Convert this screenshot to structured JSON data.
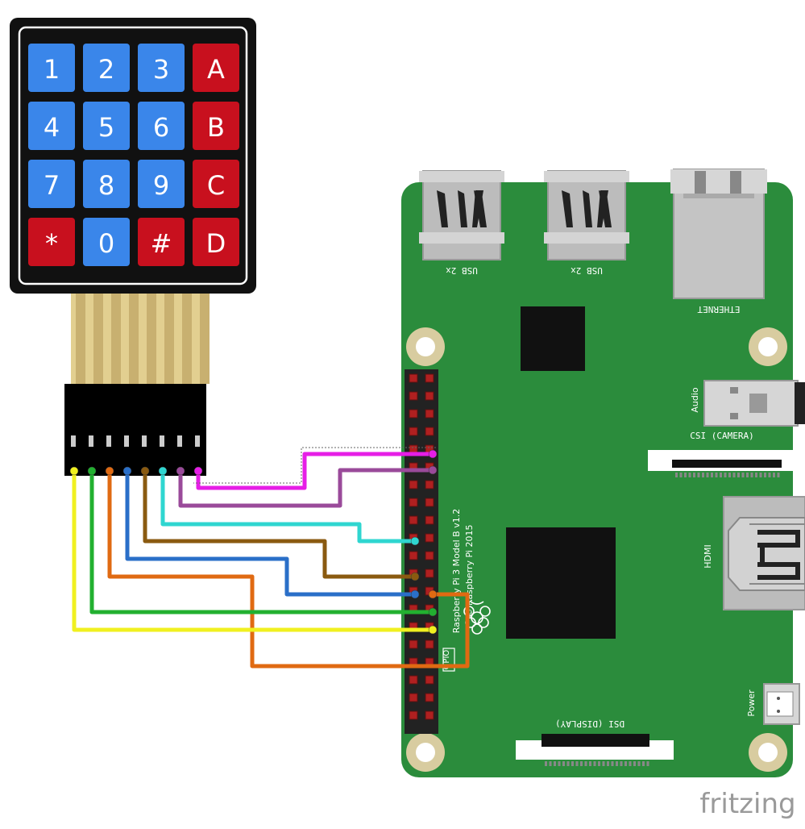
{
  "keypad": {
    "keys": [
      {
        "label": "1",
        "color": "blue"
      },
      {
        "label": "2",
        "color": "blue"
      },
      {
        "label": "3",
        "color": "blue"
      },
      {
        "label": "A",
        "color": "red"
      },
      {
        "label": "4",
        "color": "blue"
      },
      {
        "label": "5",
        "color": "blue"
      },
      {
        "label": "6",
        "color": "blue"
      },
      {
        "label": "B",
        "color": "red"
      },
      {
        "label": "7",
        "color": "blue"
      },
      {
        "label": "8",
        "color": "blue"
      },
      {
        "label": "9",
        "color": "blue"
      },
      {
        "label": "C",
        "color": "red"
      },
      {
        "label": "*",
        "color": "red"
      },
      {
        "label": "0",
        "color": "blue"
      },
      {
        "label": "#",
        "color": "red"
      },
      {
        "label": "D",
        "color": "red"
      }
    ]
  },
  "board": {
    "model_label": "Raspberry Pi 3 Model B v1.2",
    "copyright": "© Raspberry Pi 2015",
    "usb1": "USB 2x",
    "usb2": "USB 2x",
    "ethernet": "ETHERNET",
    "audio": "Audio",
    "csi": "CSI (CAMERA)",
    "hdmi": "HDMI",
    "dsi": "DSI (DISPLAY)",
    "power": "Power",
    "gpio": "GPIO"
  },
  "wires": [
    {
      "id": "magenta",
      "color": "#e61ee6"
    },
    {
      "id": "purple",
      "color": "#9a4a9a"
    },
    {
      "id": "cyan",
      "color": "#2fd6d0"
    },
    {
      "id": "brown",
      "color": "#8a5a10"
    },
    {
      "id": "blue",
      "color": "#2a6fc8"
    },
    {
      "id": "orange",
      "color": "#e06a12"
    },
    {
      "id": "green",
      "color": "#22b030"
    },
    {
      "id": "yellow",
      "color": "#f0f020"
    }
  ],
  "brand": "fritzing",
  "colors": {
    "board_green": "#2b8c3c",
    "key_blue": "#3a86ea",
    "key_red": "#c8101e",
    "header_red": "#b02020"
  }
}
